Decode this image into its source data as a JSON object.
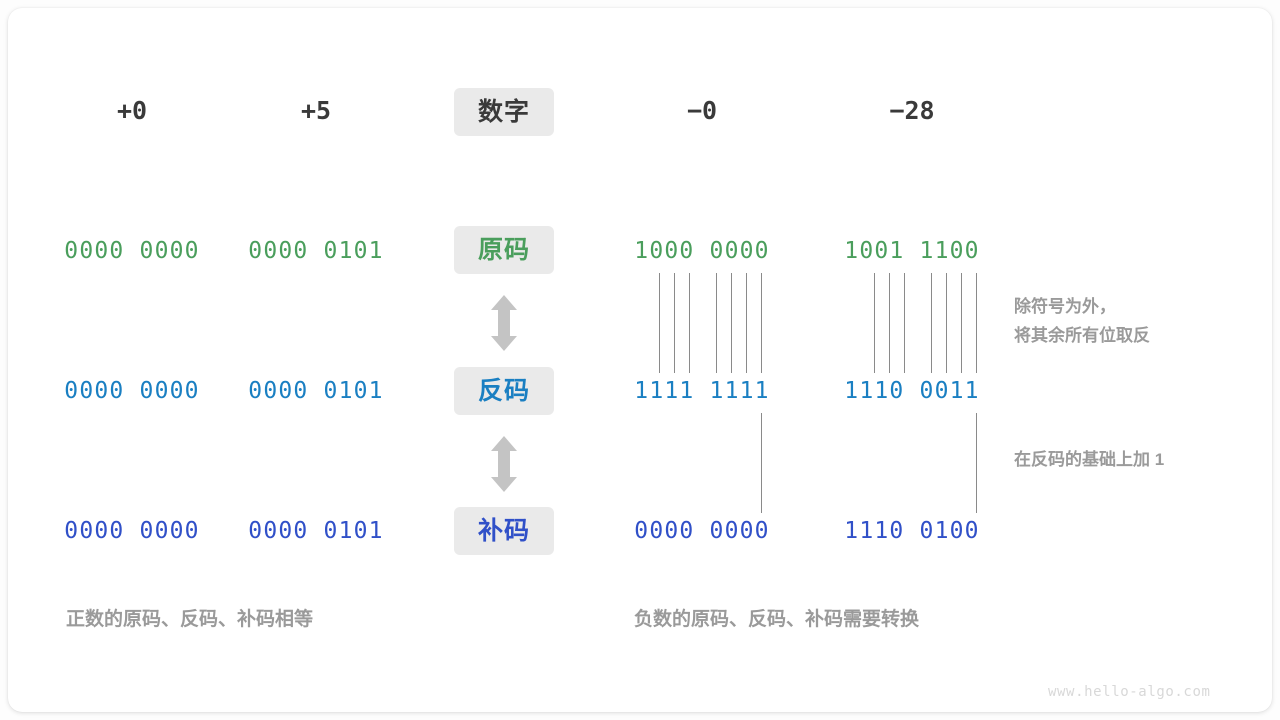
{
  "diagram": {
    "watermark": "www.hello-algo.com",
    "colors": {
      "green": "#4a9e5c",
      "blue": "#1a7fc2",
      "navy": "#3050c8",
      "gray_text": "#9a9a9a",
      "dark_text": "#3a3a3a",
      "badge_bg": "#eaeaea",
      "line": "#8a8a8a",
      "arrow": "#c4c4c4"
    },
    "header": {
      "label": "数字",
      "columns": [
        "+0",
        "+5",
        "−0",
        "−28"
      ]
    },
    "rows": [
      {
        "label": "原码",
        "color_key": "green",
        "values": [
          "0000 0000",
          "0000 0101",
          "1000 0000",
          "1001 1100"
        ]
      },
      {
        "label": "反码",
        "color_key": "blue",
        "values": [
          "0000 0000",
          "0000 0101",
          "1111 1111",
          "1110 0011"
        ]
      },
      {
        "label": "补码",
        "color_key": "navy",
        "values": [
          "0000 0000",
          "0000 0101",
          "0000 0000",
          "1110 0100"
        ]
      }
    ],
    "notes": [
      "除符号为外，\n将其余所有位取反",
      "在反码的基础上加 1"
    ],
    "captions": [
      "正数的原码、反码、补码相等",
      "负数的原码、反码、补码需要转换"
    ]
  }
}
